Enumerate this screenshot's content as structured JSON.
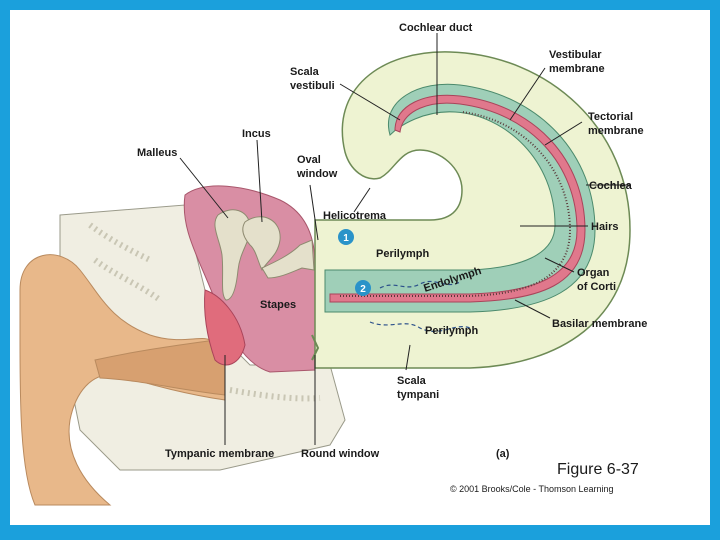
{
  "labels": {
    "cochlear_duct": "Cochlear duct",
    "scala_vestibuli": [
      "Scala",
      "vestibuli"
    ],
    "vestibular_membrane": [
      "Vestibular",
      "membrane"
    ],
    "incus": "Incus",
    "malleus": "Malleus",
    "oval_window": [
      "Oval",
      "window"
    ],
    "tectorial_membrane": [
      "Tectorial",
      "membrane"
    ],
    "cochlea": "Cochlea",
    "helicotrema": "Helicotrema",
    "hairs": "Hairs",
    "perilymph_top": "Perilymph",
    "endolymph": "Endolymph",
    "organ_of_corti": [
      "Organ",
      "of Corti"
    ],
    "stapes": "Stapes",
    "basilar_membrane": "Basilar membrane",
    "perilymph_bottom": "Perilymph",
    "scala_tympani": [
      "Scala",
      "tympani"
    ],
    "tympanic_membrane": "Tympanic membrane",
    "round_window": "Round window",
    "panel_letter": "(a)",
    "marker_1": "1",
    "marker_2": "2"
  },
  "figure": {
    "title": "Figure 6-37",
    "copyright": "© 2001 Brooks/Cole - Thomson Learning"
  },
  "colors": {
    "border": "#1ba0dc",
    "canal": "#eef3d2",
    "duct": "#9fcfb8",
    "membrane": "#e0788c",
    "middle_ear": "#d98ea4",
    "bone": "#e4e0cb",
    "skin": "#e8b88a",
    "marker": "#2a93c9"
  }
}
